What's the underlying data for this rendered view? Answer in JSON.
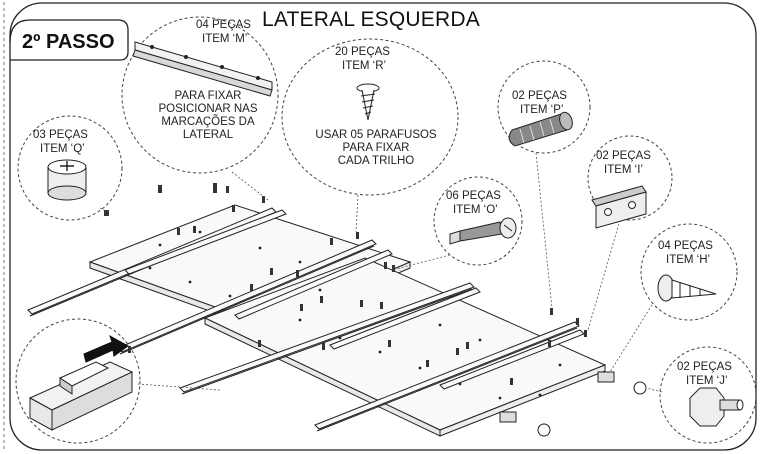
{
  "title": "LATERAL ESQUERDA",
  "step": "2º PASSO",
  "callouts": {
    "item_m": {
      "qty": "04 PEÇAS",
      "item": "ITEM ‘M’",
      "note": [
        "PARA FIXAR",
        "POSICIONAR NAS",
        "MARCAÇÕES DA",
        "LATERAL"
      ]
    },
    "item_r": {
      "qty": "20 PEÇAS",
      "item": "ITEM ‘R’",
      "note": [
        "USAR 05 PARAFUSOS",
        "PARA FIXAR",
        "CADA TRILHO"
      ]
    },
    "item_p": {
      "qty": "02 PEÇAS",
      "item": "ITEM ‘P’"
    },
    "item_q": {
      "qty": "03 PEÇAS",
      "item": "ITEM ‘Q’"
    },
    "item_i": {
      "qty": "02 PEÇAS",
      "item": "ITEM ‘I’"
    },
    "item_o": {
      "qty": "06 PEÇAS",
      "item": "ITEM ‘O’"
    },
    "item_h": {
      "qty": "04 PEÇAS",
      "item": "ITEM ‘H’"
    },
    "item_j": {
      "qty": "02 PEÇAS",
      "item": "ITEM ‘J’"
    }
  },
  "colors": {
    "line": "#222222",
    "panel": "#f7f7f7",
    "dash": "#555555"
  }
}
